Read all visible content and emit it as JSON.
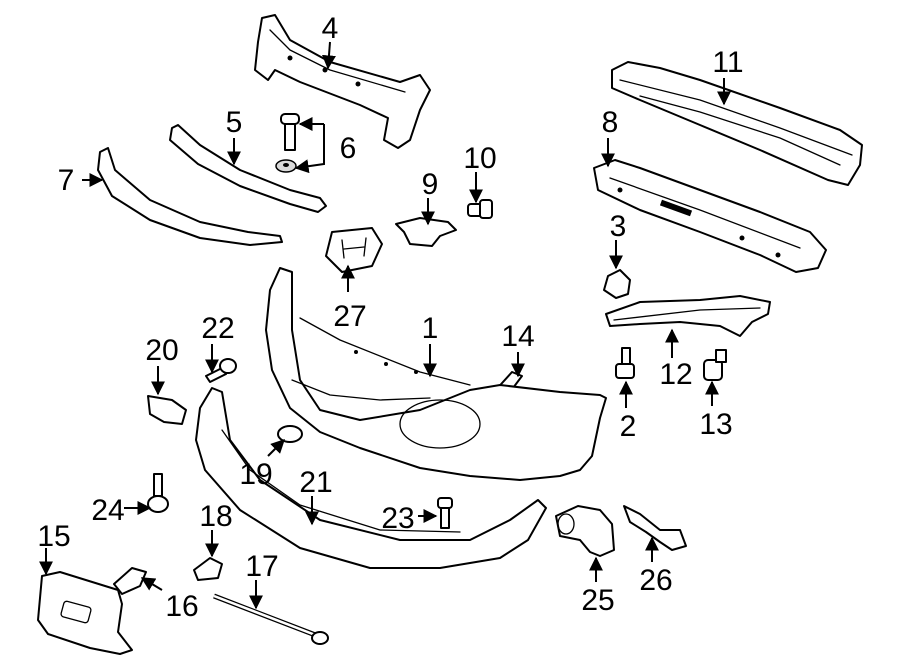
{
  "diagram": {
    "callouts": [
      {
        "id": "1",
        "label": "1"
      },
      {
        "id": "2",
        "label": "2"
      },
      {
        "id": "3",
        "label": "3"
      },
      {
        "id": "4",
        "label": "4"
      },
      {
        "id": "5",
        "label": "5"
      },
      {
        "id": "6",
        "label": "6"
      },
      {
        "id": "7",
        "label": "7"
      },
      {
        "id": "8",
        "label": "8"
      },
      {
        "id": "9",
        "label": "9"
      },
      {
        "id": "10",
        "label": "10"
      },
      {
        "id": "11",
        "label": "11"
      },
      {
        "id": "12",
        "label": "12"
      },
      {
        "id": "13",
        "label": "13"
      },
      {
        "id": "14",
        "label": "14"
      },
      {
        "id": "15",
        "label": "15"
      },
      {
        "id": "16",
        "label": "16"
      },
      {
        "id": "17",
        "label": "17"
      },
      {
        "id": "18",
        "label": "18"
      },
      {
        "id": "19",
        "label": "19"
      },
      {
        "id": "20",
        "label": "20"
      },
      {
        "id": "21",
        "label": "21"
      },
      {
        "id": "22",
        "label": "22"
      },
      {
        "id": "23",
        "label": "23"
      },
      {
        "id": "24",
        "label": "24"
      },
      {
        "id": "25",
        "label": "25"
      },
      {
        "id": "26",
        "label": "26"
      },
      {
        "id": "27",
        "label": "27"
      }
    ]
  },
  "colors": {
    "line": "#000000",
    "fill": "#ffffff",
    "shade": "#d9d9d9"
  }
}
